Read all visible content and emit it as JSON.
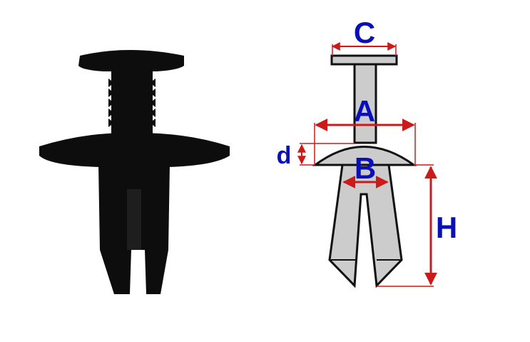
{
  "diagram": {
    "subject": "push-type plastic rivet clip",
    "photo_color": "#0d0d0d",
    "drawing_fill": "#cccccc",
    "dimension_color": "#cc1a1a",
    "label_color": "#0a10b8",
    "labels": {
      "c": "C",
      "a": "A",
      "d": "d",
      "b": "B",
      "h": "H"
    }
  }
}
